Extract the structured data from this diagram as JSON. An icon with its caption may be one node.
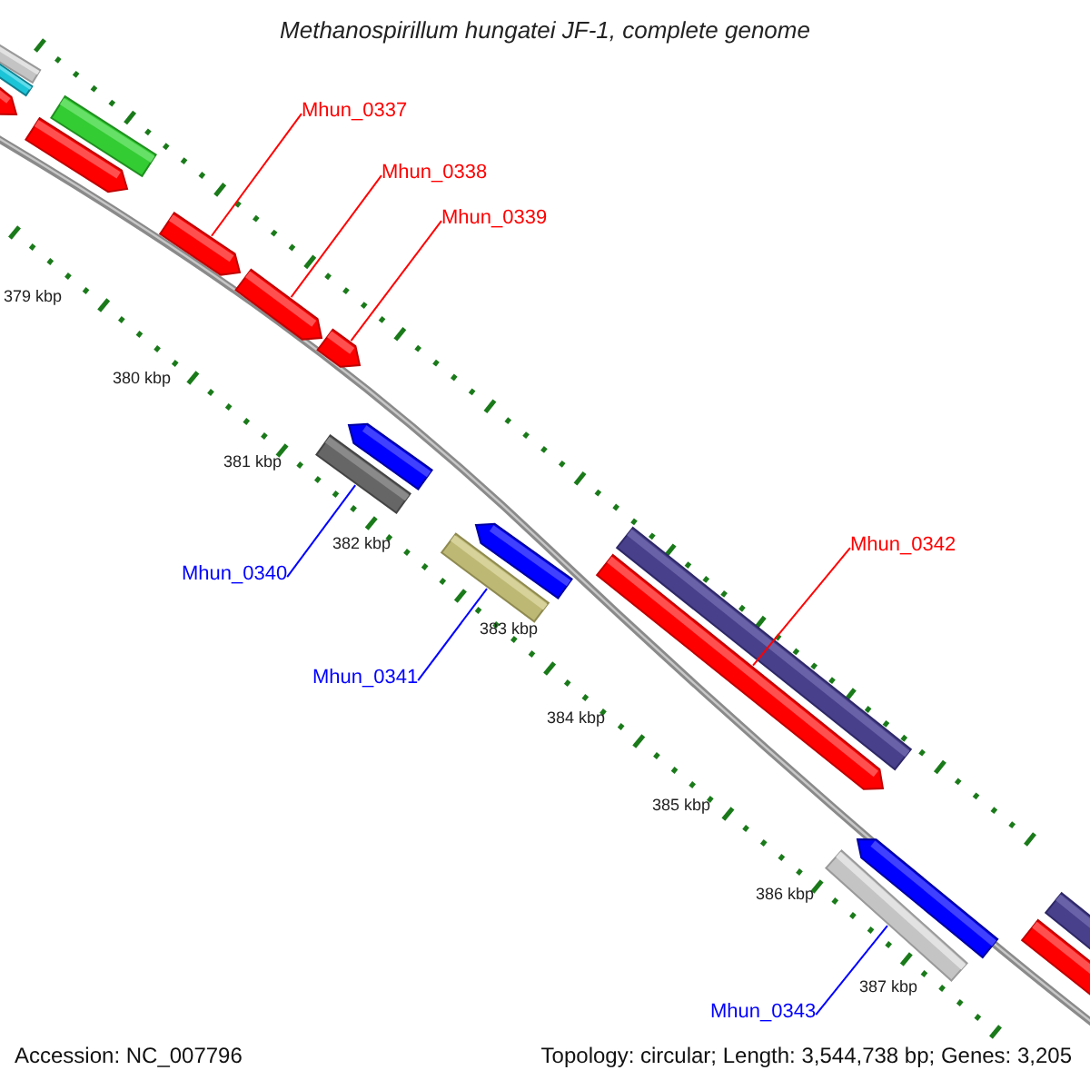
{
  "diagram": {
    "title": "Methanospirillum hungatei JF-1, complete genome",
    "nodes": [
      {
        "text": [
          "Mhun_0337"
        ]
      },
      {
        "text": [
          "Mhun_0338"
        ]
      },
      {
        "text": [
          "Mhun_0339"
        ]
      },
      {
        "text": [
          "Mhun_0342"
        ]
      },
      {
        "text": [
          "Mhun_0340"
        ]
      },
      {
        "text": [
          "Mhun_0341"
        ]
      },
      {
        "text": [
          "Mhun_0343"
        ]
      },
      {
        "text": [],
        "shape": "bar"
      },
      {
        "text": [],
        "shape": "bar"
      },
      {
        "text": [],
        "shape": "bar"
      },
      {
        "text": [],
        "shape": "bar"
      },
      {
        "text": [],
        "shape": "bar"
      },
      {
        "text": [],
        "shape": "bar"
      },
      {
        "text": [],
        "shape": "bar"
      },
      {
        "text": [],
        "shape": "bar"
      },
      {
        "text": [],
        "shape": "bar"
      },
      {
        "text": [],
        "shape": "bar"
      },
      {
        "text": [],
        "shape": "bar"
      },
      {
        "text": [],
        "shape": "bar"
      },
      {
        "text": [],
        "shape": "bar"
      },
      {
        "text": [],
        "shape": "bar"
      },
      {
        "text": [],
        "shape": "bar"
      },
      {
        "text": [],
        "shape": "bar"
      },
      {
        "text": [],
        "shape": "bar"
      },
      {
        "text": [],
        "shape": "bar"
      }
    ],
    "edges": [
      {
        "from": 0,
        "to": 12,
        "arrow": "none"
      },
      {
        "from": 1,
        "to": 13,
        "arrow": "none"
      },
      {
        "from": 2,
        "to": 14,
        "arrow": "none"
      },
      {
        "from": 3,
        "to": 19,
        "arrow": "none"
      },
      {
        "from": 4,
        "to": 15,
        "arrow": "none",
        "color": "#0000ff"
      },
      {
        "from": 5,
        "to": 17,
        "arrow": "none",
        "color": "#0000ff"
      },
      {
        "from": 6,
        "to": 21,
        "arrow": "none",
        "color": "#0000ff"
      }
    ],
    "labels": [
      "379 kbp",
      "380 kbp",
      "381 kbp",
      "382 kbp",
      "383 kbp",
      "384 kbp",
      "385 kbp",
      "386 kbp",
      "387 kbp",
      "Accession: NC_007796",
      "Topology: circular; Length: 3,544,738 bp; Genes: 3,205"
    ]
  }
}
